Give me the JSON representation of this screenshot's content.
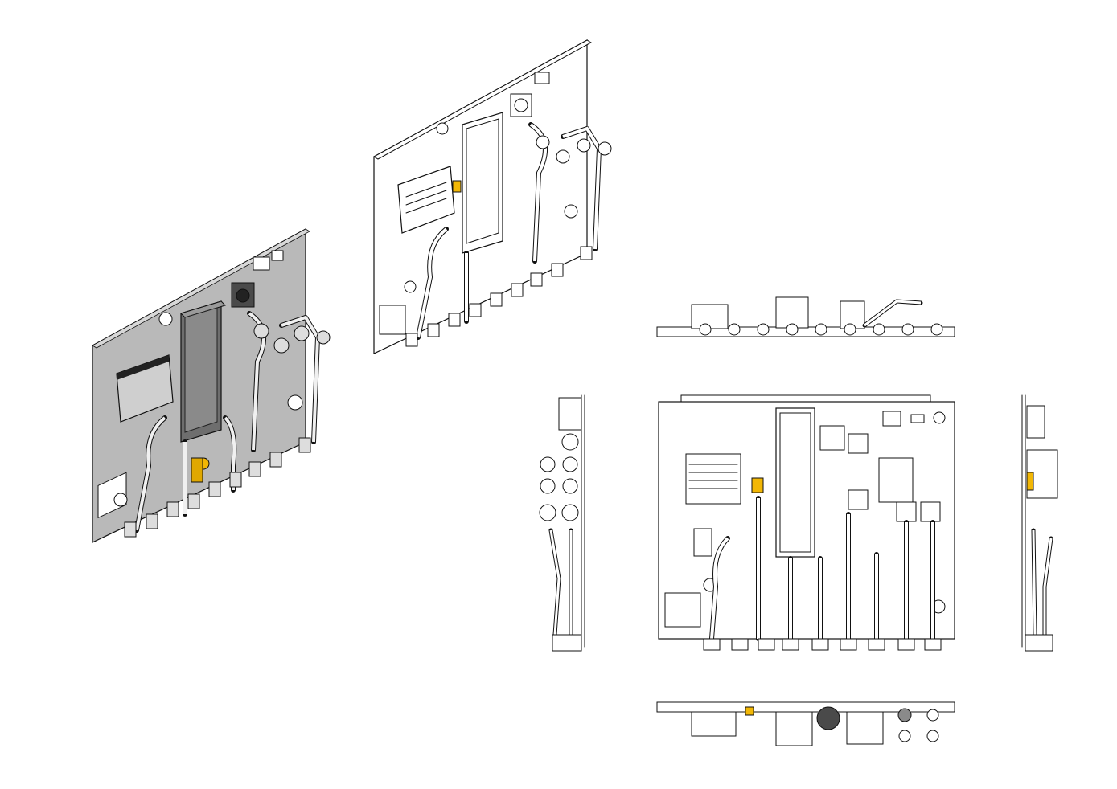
{
  "canvas": {
    "background": "#ffffff"
  },
  "colors": {
    "line": "#111111",
    "plate_shaded": "#b9b9b9",
    "plate_light": "#ffffff",
    "accent_valve": "#f2b705",
    "dark_part": "#4a4a4a",
    "mid_part": "#8a8a8a"
  },
  "views": [
    {
      "id": "iso-shaded",
      "kind": "isometric",
      "shading": "grey"
    },
    {
      "id": "iso-line",
      "kind": "isometric",
      "shading": "line"
    },
    {
      "id": "top",
      "kind": "orthographic"
    },
    {
      "id": "left",
      "kind": "orthographic"
    },
    {
      "id": "front",
      "kind": "orthographic"
    },
    {
      "id": "right",
      "kind": "orthographic"
    },
    {
      "id": "bottom",
      "kind": "orthographic"
    }
  ]
}
